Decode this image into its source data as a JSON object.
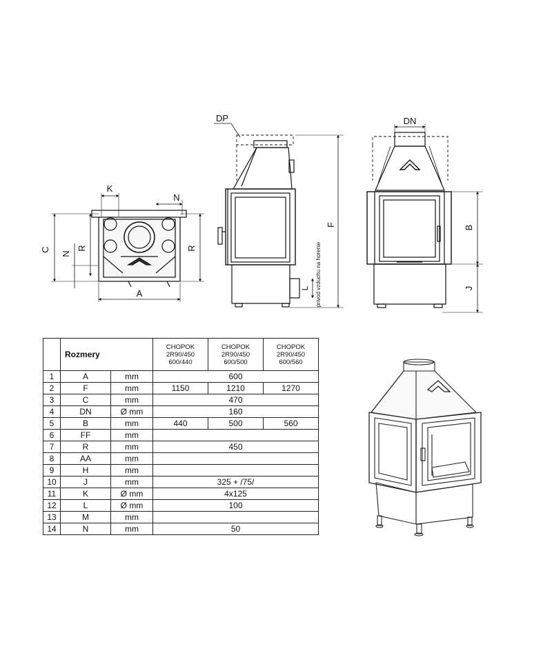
{
  "labels": {
    "k": "K",
    "n": "N",
    "c": "C",
    "r": "R",
    "a": "A",
    "dp": "DP",
    "dn": "DN",
    "f": "F",
    "l": "L",
    "b": "B",
    "j": "J",
    "air_inlet": "prívod vzduchu na horenie"
  },
  "table": {
    "title": "Rozmery",
    "models": [
      "CHOPOK\n2R90/450\n600/440",
      "CHOPOK\n2R90/450\n600/500",
      "CHOPOK\n2R90/450\n600/560"
    ],
    "rows": [
      {
        "no": "1",
        "param": "A",
        "unit": "mm",
        "values": [
          "600"
        ],
        "span": true
      },
      {
        "no": "2",
        "param": "F",
        "unit": "mm",
        "values": [
          "1150",
          "1210",
          "1270"
        ],
        "span": false
      },
      {
        "no": "3",
        "param": "C",
        "unit": "mm",
        "values": [
          "470"
        ],
        "span": true
      },
      {
        "no": "4",
        "param": "DN",
        "unit": "Ø mm",
        "values": [
          "160"
        ],
        "span": true
      },
      {
        "no": "5",
        "param": "B",
        "unit": "mm",
        "values": [
          "440",
          "500",
          "560"
        ],
        "span": false
      },
      {
        "no": "6",
        "param": "FF",
        "unit": "mm",
        "values": [
          ""
        ],
        "span": true
      },
      {
        "no": "7",
        "param": "R",
        "unit": "mm",
        "values": [
          "450"
        ],
        "span": true
      },
      {
        "no": "8",
        "param": "AA",
        "unit": "mm",
        "values": [
          ""
        ],
        "span": true
      },
      {
        "no": "9",
        "param": "H",
        "unit": "mm",
        "values": [
          ""
        ],
        "span": true
      },
      {
        "no": "10",
        "param": "J",
        "unit": "mm",
        "values": [
          "325 + /75/"
        ],
        "span": true
      },
      {
        "no": "11",
        "param": "K",
        "unit": "Ø mm",
        "values": [
          "4x125"
        ],
        "span": true
      },
      {
        "no": "12",
        "param": "L",
        "unit": "Ø mm",
        "values": [
          "100"
        ],
        "span": true
      },
      {
        "no": "13",
        "param": "M",
        "unit": "mm",
        "values": [
          ""
        ],
        "span": true
      },
      {
        "no": "14",
        "param": "N",
        "unit": "mm",
        "values": [
          "50"
        ],
        "span": true
      }
    ]
  }
}
